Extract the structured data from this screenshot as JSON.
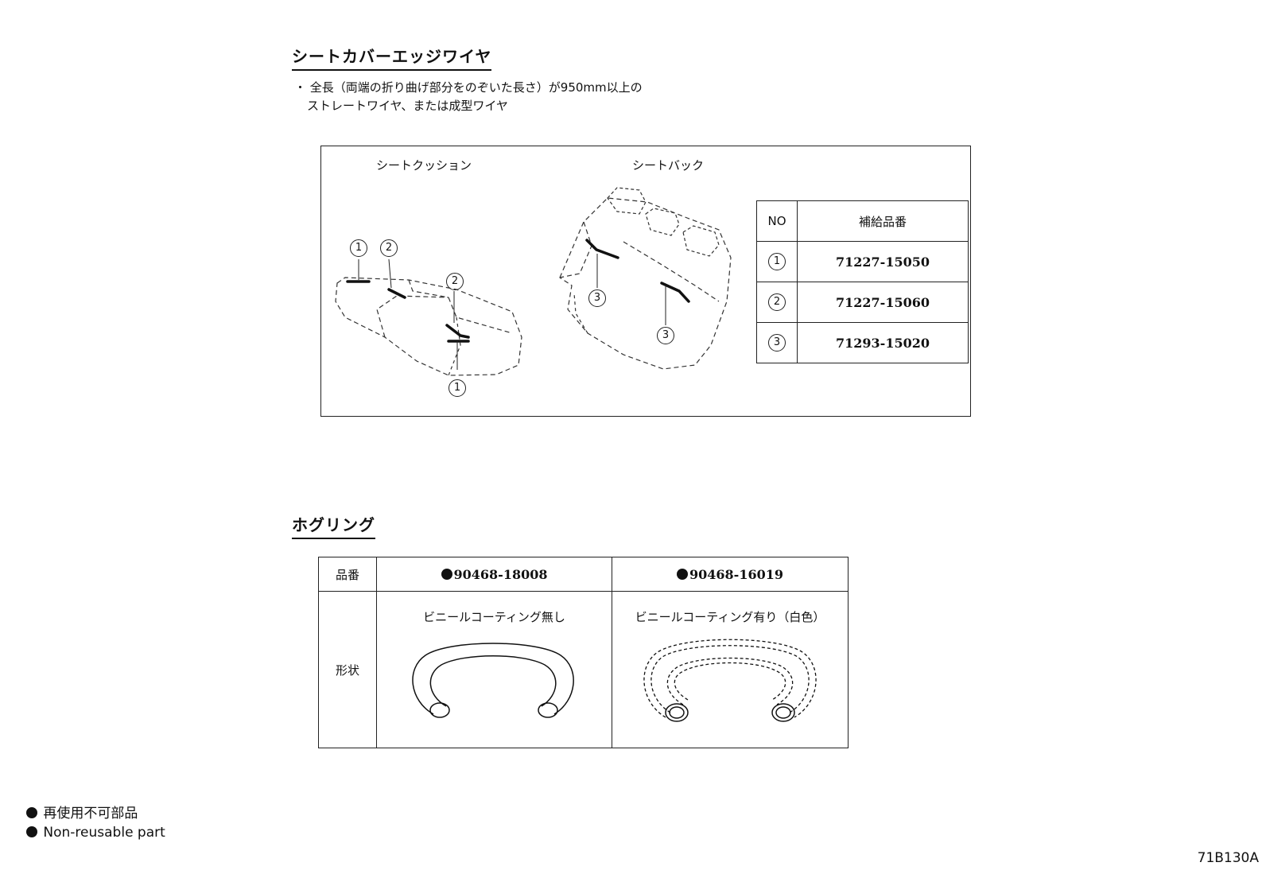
{
  "section1": {
    "title": "シートカバーエッジワイヤ",
    "note_line1": "・ 全長（両端の折り曲げ部分をのぞいた長さ）が950mm以上の",
    "note_line2": "ストレートワイヤ、または成型ワイヤ",
    "figure": {
      "cushion_label": "シートクッション",
      "back_label": "シートバック",
      "callouts": [
        "1",
        "2",
        "2",
        "1",
        "3",
        "3"
      ]
    },
    "parts_table": {
      "header_no": "NO",
      "header_part": "補給品番",
      "rows": [
        {
          "no": "1",
          "part": "71227-15050"
        },
        {
          "no": "2",
          "part": "71227-15060"
        },
        {
          "no": "3",
          "part": "71293-15020"
        }
      ]
    }
  },
  "section2": {
    "title": "ホグリング",
    "table": {
      "row1_label": "品番",
      "row2_label": "形状",
      "col1_part": "90468-18008",
      "col2_part": "90468-16019",
      "col1_desc": "ビニールコーティング無し",
      "col2_desc": "ビニールコーティング有り（白色）"
    }
  },
  "legend": {
    "line1": "再使用不可部品",
    "line2": "Non-reusable part"
  },
  "figure_code": "71B130A",
  "colors": {
    "ink": "#111111",
    "background": "#ffffff"
  }
}
